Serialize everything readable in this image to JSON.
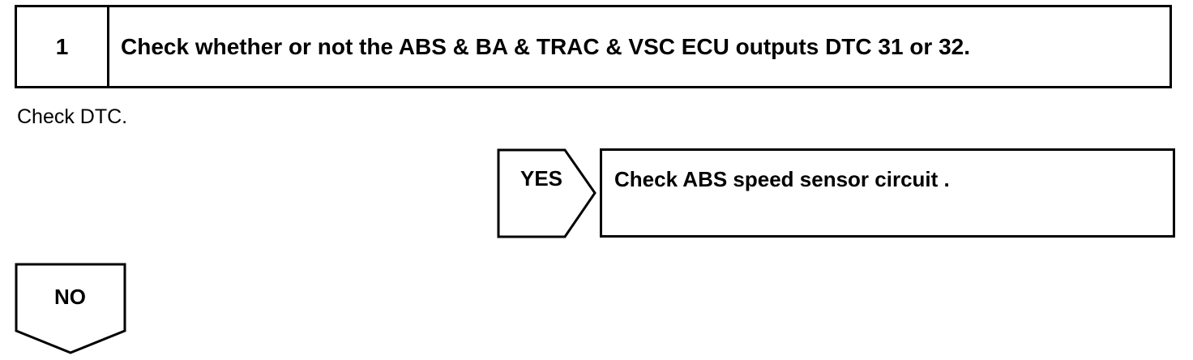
{
  "step": {
    "number": "1",
    "title": "Check whether or not the ABS & BA & TRAC & VSC ECU outputs DTC 31 or 32."
  },
  "instruction": "Check DTC.",
  "yes_branch": {
    "label": "YES",
    "result": "Check ABS speed sensor circuit ."
  },
  "no_branch": {
    "label": "NO"
  }
}
